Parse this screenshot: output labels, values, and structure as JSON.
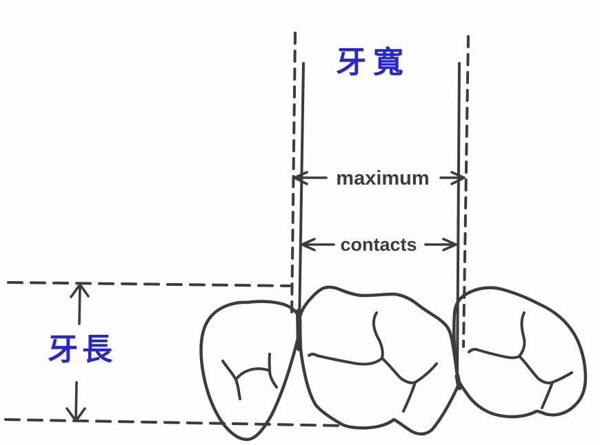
{
  "figure": {
    "type": "dental-measurement-diagram",
    "colors": {
      "line": "#3c3c3c",
      "label_blue": "#2727cd",
      "background": "#fdfdfd"
    },
    "labels": {
      "tooth_width": "牙寬",
      "tooth_length": "牙長",
      "maximum": "maximum",
      "contacts": "contacts"
    },
    "teeth_count": 3,
    "measurements": [
      {
        "label": "maximum",
        "line_style": "dashed vertical guides"
      },
      {
        "label": "contacts",
        "line_style": "solid vertical guides"
      },
      {
        "label": "牙寬",
        "axis": "horizontal (tooth width)"
      },
      {
        "label": "牙長",
        "axis": "vertical (tooth length)"
      }
    ]
  }
}
